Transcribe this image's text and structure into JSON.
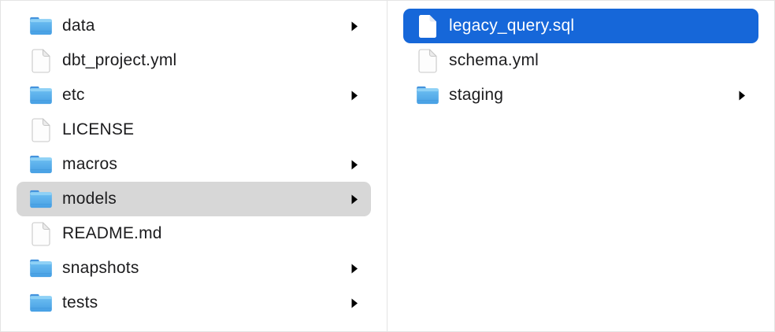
{
  "app": "finder-column-view",
  "colors": {
    "selection_blue": "#1667d9",
    "selection_gray": "#d7d7d7",
    "divider": "#e4e4e4",
    "text": "#1c1c1e",
    "text_selected": "#ffffff",
    "folder_icon_blue": "#55ace9",
    "document_icon_border": "#c8c8c8"
  },
  "columns": [
    {
      "name": "parent-column",
      "items": [
        {
          "label": "data",
          "type": "folder",
          "icon": "folder-icon",
          "chevron": "chevron-right-icon",
          "selected": false
        },
        {
          "label": "dbt_project.yml",
          "type": "file",
          "icon": "document-icon",
          "chevron": null,
          "selected": false
        },
        {
          "label": "etc",
          "type": "folder",
          "icon": "folder-icon",
          "chevron": "chevron-right-icon",
          "selected": false
        },
        {
          "label": "LICENSE",
          "type": "file",
          "icon": "document-icon",
          "chevron": null,
          "selected": false
        },
        {
          "label": "macros",
          "type": "folder",
          "icon": "folder-icon",
          "chevron": "chevron-right-icon",
          "selected": false
        },
        {
          "label": "models",
          "type": "folder",
          "icon": "folder-icon",
          "chevron": "chevron-right-icon",
          "selected": "gray"
        },
        {
          "label": "README.md",
          "type": "file",
          "icon": "document-icon",
          "chevron": null,
          "selected": false
        },
        {
          "label": "snapshots",
          "type": "folder",
          "icon": "folder-icon",
          "chevron": "chevron-right-icon",
          "selected": false
        },
        {
          "label": "tests",
          "type": "folder",
          "icon": "folder-icon",
          "chevron": "chevron-right-icon",
          "selected": false
        }
      ]
    },
    {
      "name": "models-column",
      "items": [
        {
          "label": "legacy_query.sql",
          "type": "file",
          "icon": "document-icon",
          "chevron": null,
          "selected": "blue"
        },
        {
          "label": "schema.yml",
          "type": "file",
          "icon": "document-icon",
          "chevron": null,
          "selected": false
        },
        {
          "label": "staging",
          "type": "folder",
          "icon": "folder-icon",
          "chevron": "chevron-right-icon",
          "selected": false
        }
      ]
    }
  ]
}
